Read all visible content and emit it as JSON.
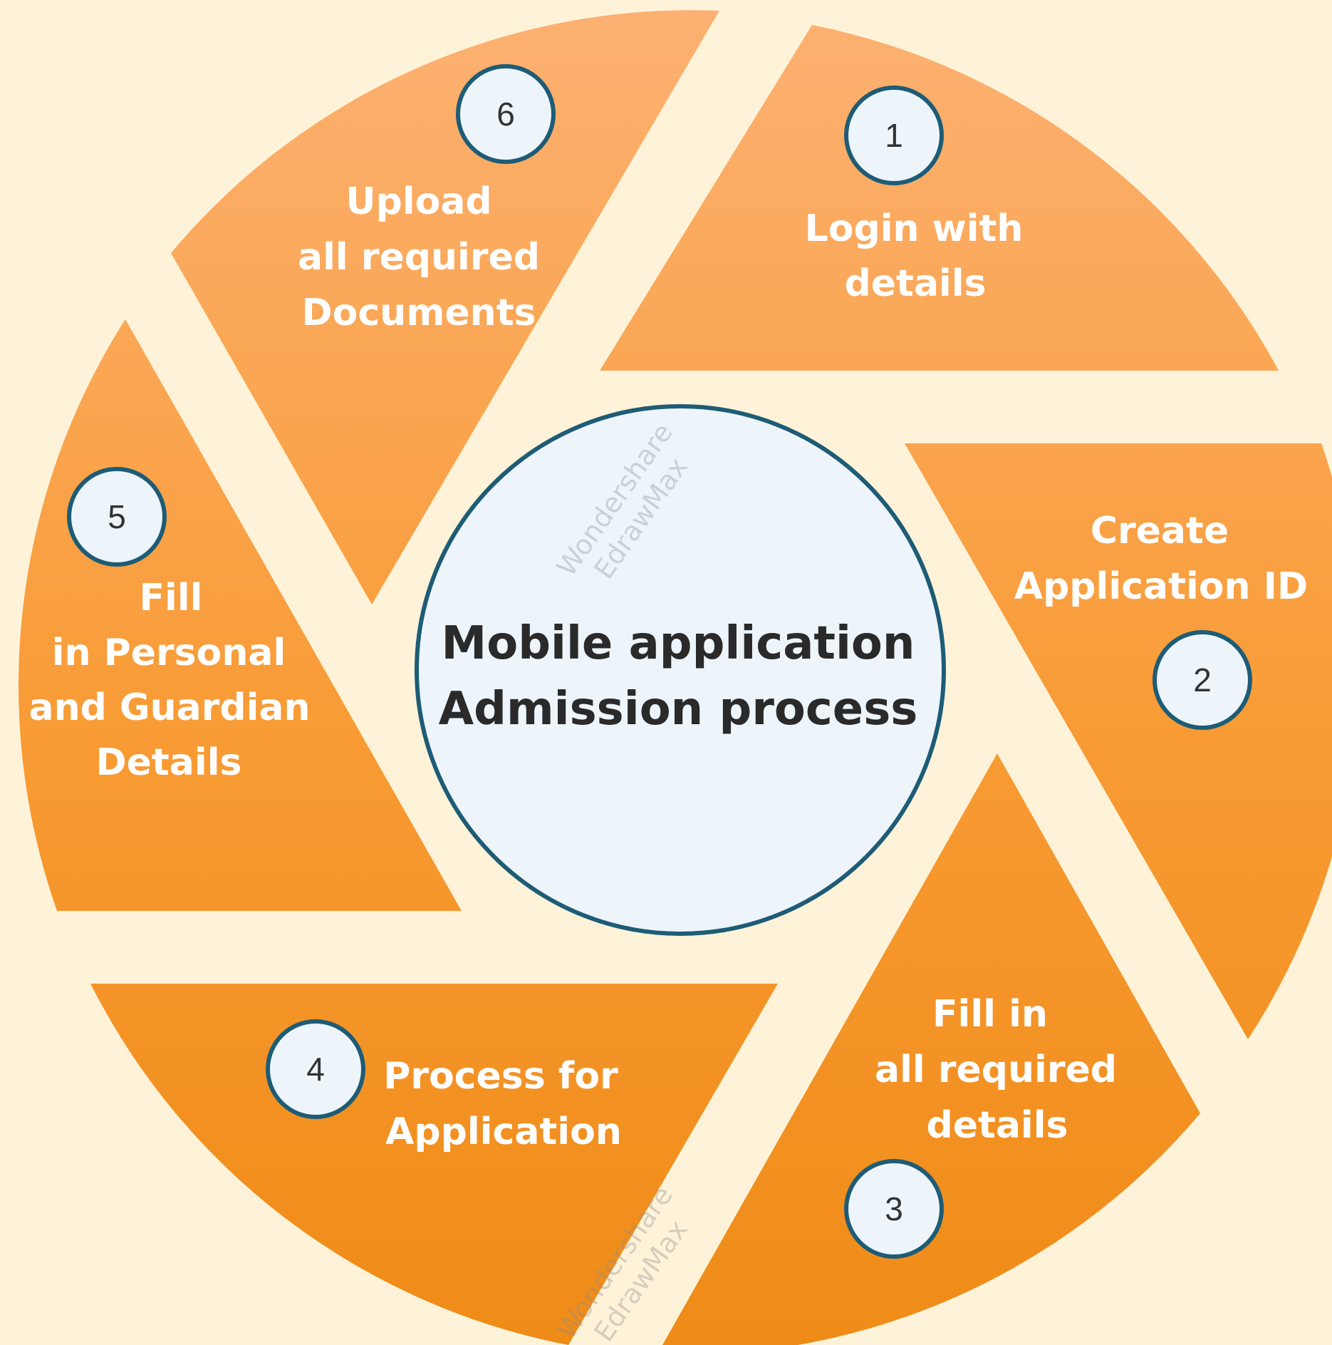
{
  "center": {
    "line1": "Mobile application",
    "line2": "Admission process"
  },
  "steps": [
    {
      "number": "1",
      "lines": [
        "Login with",
        "details"
      ]
    },
    {
      "number": "2",
      "lines": [
        "Create",
        "Application ID"
      ]
    },
    {
      "number": "3",
      "lines": [
        "Fill in",
        "all required",
        "details"
      ]
    },
    {
      "number": "4",
      "lines": [
        "Process for",
        "Application"
      ]
    },
    {
      "number": "5",
      "lines": [
        "Fill",
        "in Personal",
        "and Guardian",
        "Details"
      ]
    },
    {
      "number": "6",
      "lines": [
        "Upload",
        "all required",
        "Documents"
      ]
    }
  ],
  "watermark": {
    "line1": "Wondershare",
    "line2": "EdrawMax"
  },
  "colors": {
    "background": "#FEF3D8",
    "segment_light": "#FCB173",
    "segment_dark": "#EF8B17",
    "circle_fill": "#EDF5FB",
    "circle_stroke": "#1E5C76"
  }
}
